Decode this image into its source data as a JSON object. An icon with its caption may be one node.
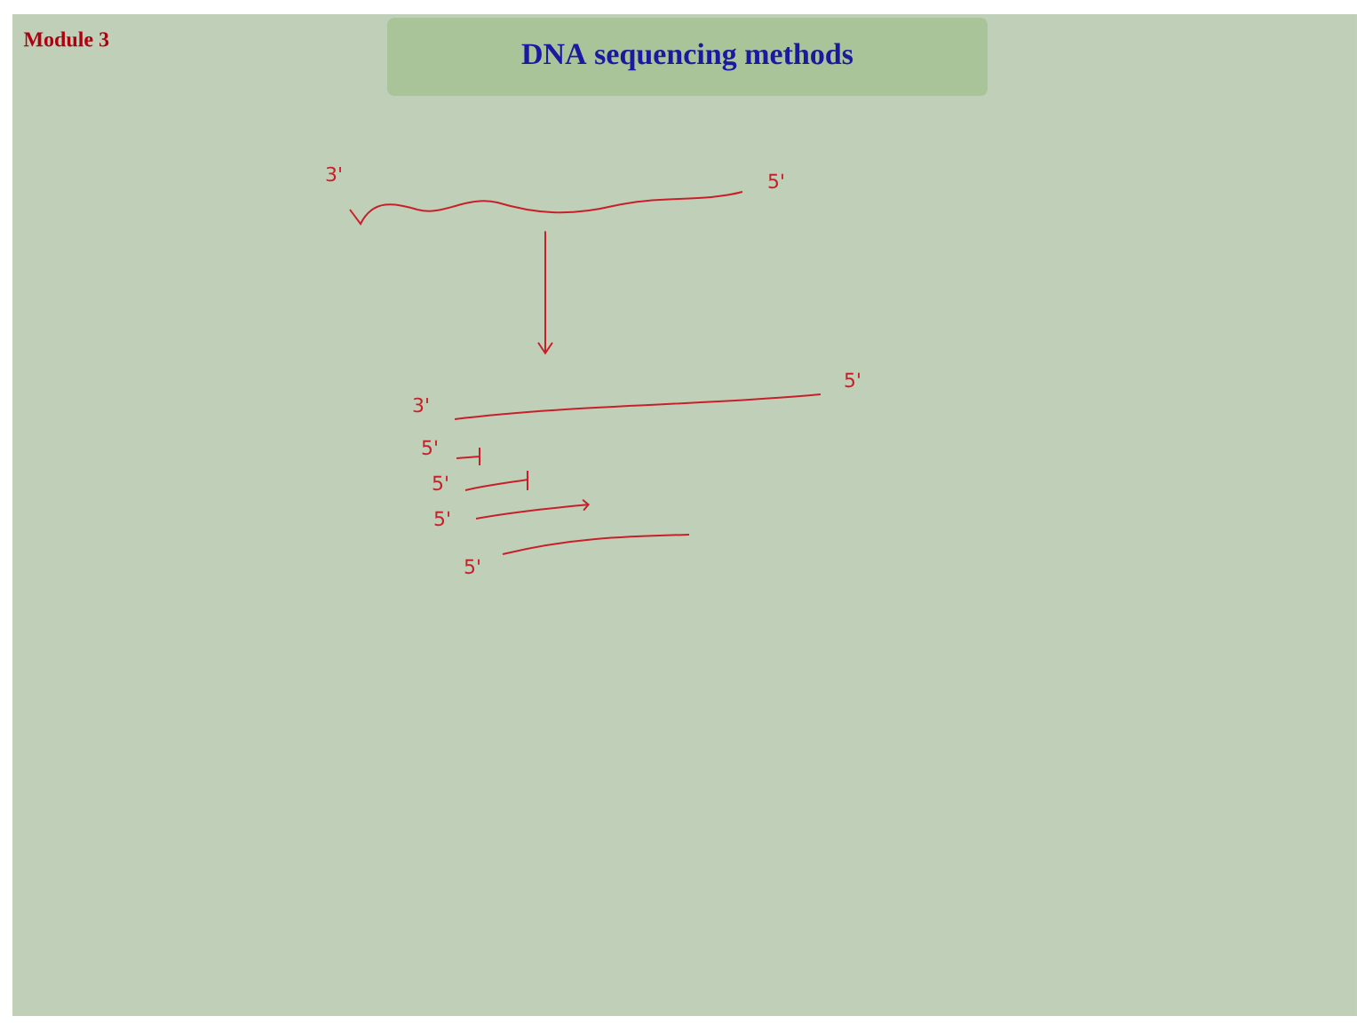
{
  "diagram": {
    "title": "DNA sequencing methods",
    "nodes": [
      {
        "text": [],
        "shape": "picture",
        "beside": [
          "3'",
          "5'"
        ]
      },
      {
        "text": [],
        "shape": "picture",
        "beside": [
          "3'",
          "5'",
          "5'",
          "5'",
          "5'",
          "5'"
        ]
      }
    ],
    "edges": [
      {
        "from": 0,
        "to": 1,
        "arrow": "to"
      }
    ],
    "labels": [
      "Module 3"
    ]
  }
}
